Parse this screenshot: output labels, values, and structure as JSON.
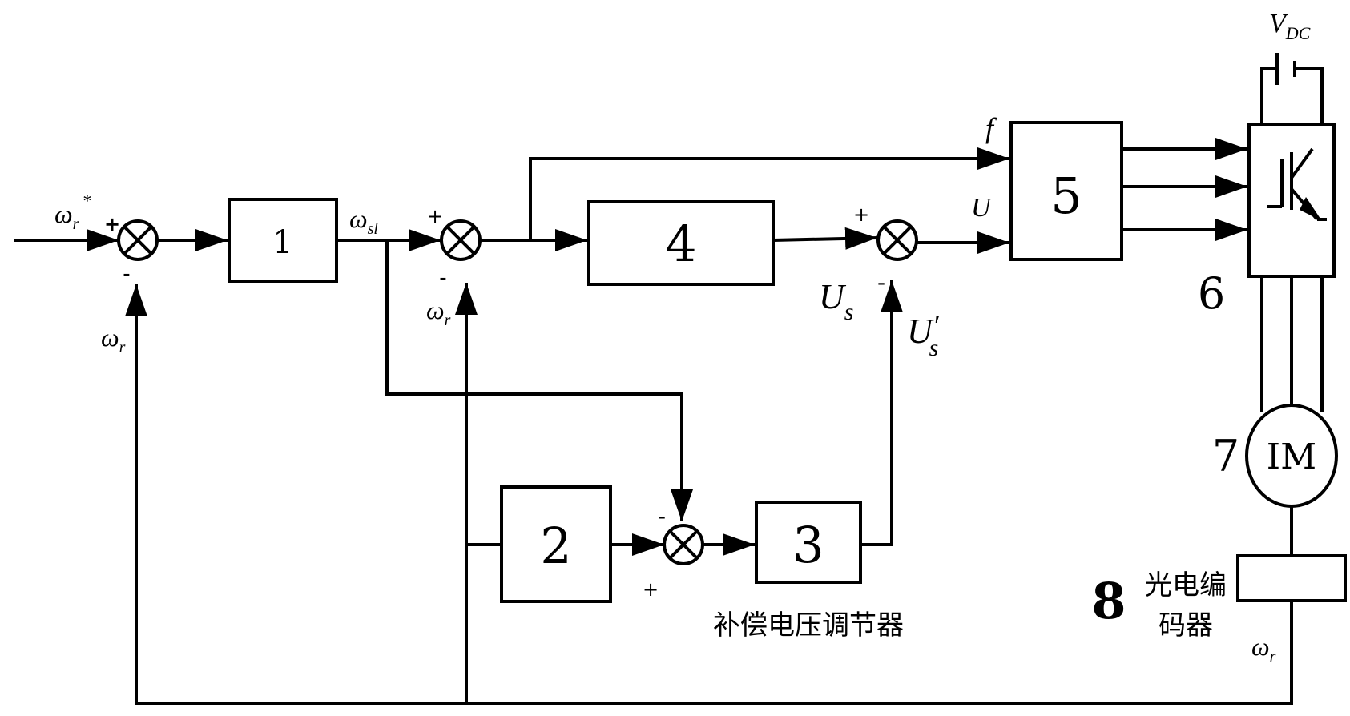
{
  "blocks": {
    "b1": "1",
    "b2": "2",
    "b3": "3",
    "b4": "4",
    "b5": "5",
    "b6": "6",
    "b7": "7",
    "b8": "8"
  },
  "motor_label": "IM",
  "compensator_label": "补偿电压调节器",
  "encoder_label_line1": "光电编",
  "encoder_label_line2": "码器",
  "signals": {
    "omega": "ω",
    "r": "r",
    "sl": "sl",
    "star": "*",
    "U": "U",
    "s": "s",
    "prime": "′",
    "f": "f",
    "V": "V",
    "DC": "DC"
  },
  "signs": {
    "plus": "+",
    "minus": "-"
  }
}
